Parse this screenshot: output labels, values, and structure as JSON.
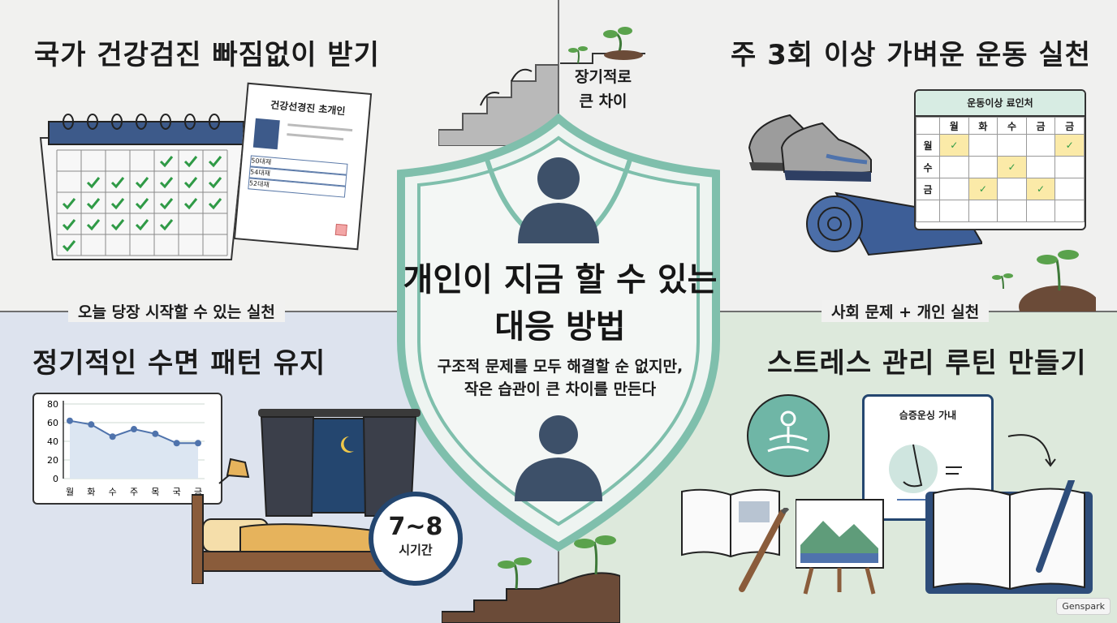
{
  "center": {
    "title_line1": "개인이 지금 할 수 있는",
    "title_line2": "대응 방법",
    "subtitle_line1": "구조적 문제를 모두 해결할 순 없지만,",
    "subtitle_line2": "작은 습관이 큰 차이를 만든다"
  },
  "stairs_label": {
    "line1": "장기적로",
    "line2": "큰 차이"
  },
  "top_left": {
    "title": "국가 건강검진 빠짐없이 받기",
    "form_title": "건강선경진 초개인",
    "form_rows": [
      "50대재",
      "54대재",
      "52대재"
    ]
  },
  "top_right": {
    "title": "주 3회 이상 가벼운 운동 실천",
    "schedule_title": "운동이상 료인처",
    "schedule_cols": [
      "월",
      "화",
      "수",
      "금",
      "금"
    ],
    "schedule_rows": [
      "월",
      "수",
      "금"
    ]
  },
  "bottom_left": {
    "subtitle": "오늘 당장 시작할 수 있는 실천",
    "title": "정기적인 수면 패턴 유지",
    "chart_days": [
      "월",
      "화",
      "수",
      "주",
      "목",
      "국",
      "금"
    ],
    "chart_ticks": [
      "80",
      "60",
      "40",
      "20",
      "0"
    ],
    "clock_big": "7~8",
    "clock_small": "시기간"
  },
  "bottom_right": {
    "subtitle": "사회 문제 + 개인 실천",
    "title": "스트레스 관리 루틴 만들기",
    "tablet_title": "슴증운싱 가내"
  },
  "watermark": "Genspark",
  "chart_data": {
    "type": "line",
    "categories": [
      "월",
      "화",
      "수",
      "주",
      "목",
      "국",
      "금"
    ],
    "values": [
      62,
      58,
      45,
      53,
      48,
      38,
      38
    ],
    "ylim": [
      0,
      80
    ],
    "grid": true
  },
  "colors": {
    "shield": "#7fbfac",
    "navy": "#24466f",
    "check": "#2f9a46",
    "bed": "#e6b35c"
  }
}
